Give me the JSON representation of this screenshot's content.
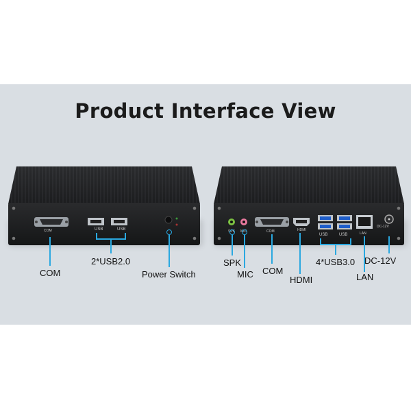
{
  "title": "Product Interface View",
  "left_device": {
    "port_labels": {
      "com": "COM",
      "usb1": "USB",
      "usb2": "USB"
    },
    "callouts": {
      "com": "COM",
      "usb": "2*USB2.0",
      "power": "Power Switch"
    }
  },
  "right_device": {
    "port_labels": {
      "spk": "SPK",
      "mic": "MIC",
      "com": "COM",
      "hdmi": "HDMI",
      "usb1": "USB",
      "usb2": "USB",
      "lan": "LAN",
      "dc": "DC-12V"
    },
    "callouts": {
      "spk": "SPK",
      "mic": "MIC",
      "com": "COM",
      "hdmi": "HDMI",
      "usb": "4*USB3.0",
      "lan": "LAN",
      "dc": "DC-12V"
    }
  },
  "colors": {
    "accent": "#2aa8e0",
    "band": "#d9dee3",
    "chassis": "#1e1f21"
  }
}
